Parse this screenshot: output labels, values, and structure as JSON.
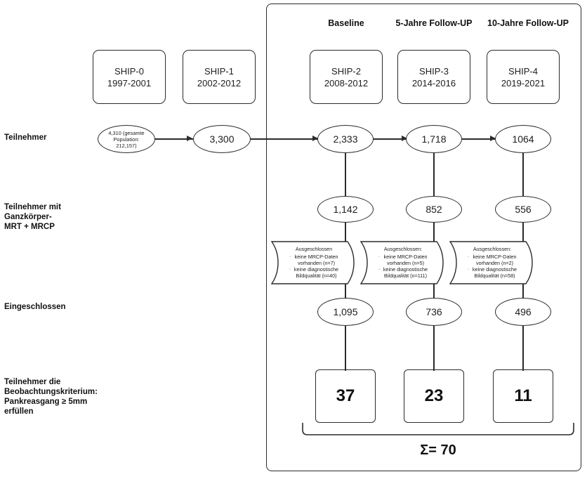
{
  "diagram": {
    "title_row_headers": [
      {
        "label": "Baseline"
      },
      {
        "label": "5-Jahre Follow-UP"
      },
      {
        "label": "10-Jahre Follow-UP"
      }
    ],
    "row_labels": [
      {
        "key": "participants",
        "text": "Teilnehmer"
      },
      {
        "key": "mri_mrcp",
        "text": "Teilnehmer mit Ganzkörper-\nMRT + MRCP"
      },
      {
        "key": "included",
        "text": "Eingeschlossen"
      },
      {
        "key": "criterion",
        "text": "Teilnehmer die\nBeobachtungskriterium:\nPankreasgang ≥ 5mm\nerfüllen"
      }
    ],
    "cohorts": [
      {
        "name": "SHIP-0",
        "period": "1997-2001"
      },
      {
        "name": "SHIP-1",
        "period": "2002-2012"
      },
      {
        "name": "SHIP-2",
        "period": "2008-2012"
      },
      {
        "name": "SHIP-3",
        "period": "2014-2016"
      },
      {
        "name": "SHIP-4",
        "period": "2019-2021"
      }
    ],
    "participants": [
      {
        "value": "4,310 (gesamte\nPopulation:\n212,157)",
        "multiline": true
      },
      {
        "value": "3,300"
      },
      {
        "value": "2,333"
      },
      {
        "value": "1,718"
      },
      {
        "value": "1064"
      }
    ],
    "mri_mrcp": [
      {
        "value": "1,142"
      },
      {
        "value": "852"
      },
      {
        "value": "556"
      }
    ],
    "exclusions": [
      {
        "title": "Ausgeschlossen",
        "items": [
          "keine MRCP-Daten\nvorhanden (n=7)",
          "keine diagnostische\nBildqualität (n=40)"
        ]
      },
      {
        "title": "Ausgeschlossen:",
        "items": [
          "keine MRCP-Daten\nvorhanden (n=5)",
          "keine diagnostische\nBildqualität (n=111)"
        ]
      },
      {
        "title": "Ausgeschlossen:",
        "items": [
          "keine MRCP-Daten\nvorhanden (n=2)",
          "keine diagnostische\nBildqualität (n=58)"
        ]
      }
    ],
    "included": [
      {
        "value": "1,095"
      },
      {
        "value": "736"
      },
      {
        "value": "496"
      }
    ],
    "criterion_results": [
      {
        "value": "37"
      },
      {
        "value": "23"
      },
      {
        "value": "11"
      }
    ],
    "sum": {
      "label": "Σ= 70"
    },
    "colors": {
      "stroke": "#2b2b2b",
      "text": "#1a1a1a",
      "background": "#ffffff"
    }
  }
}
